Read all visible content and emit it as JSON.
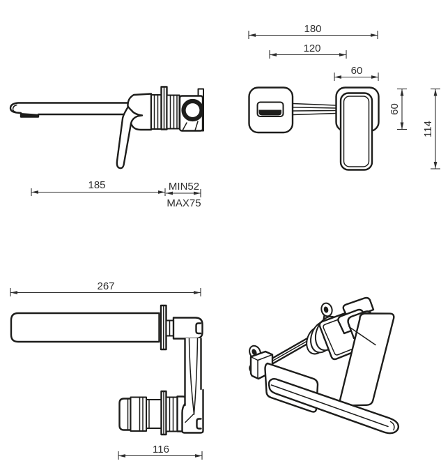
{
  "colors": {
    "ink": "#1d1d1b",
    "dim": "#2e2e2e",
    "background": "#ffffff"
  },
  "drawing": {
    "side_view": {
      "dim_spout_length": "185",
      "dim_wall_min": "MIN52",
      "dim_wall_max": "MAX75"
    },
    "top_view": {
      "dim_overall_width": "180",
      "dim_hole_spacing": "120",
      "dim_handle_width": "60",
      "dim_handle_depth": "60",
      "dim_overall_depth": "114"
    },
    "front_view": {
      "dim_overall_length": "267",
      "dim_valve_body_length": "116"
    }
  }
}
